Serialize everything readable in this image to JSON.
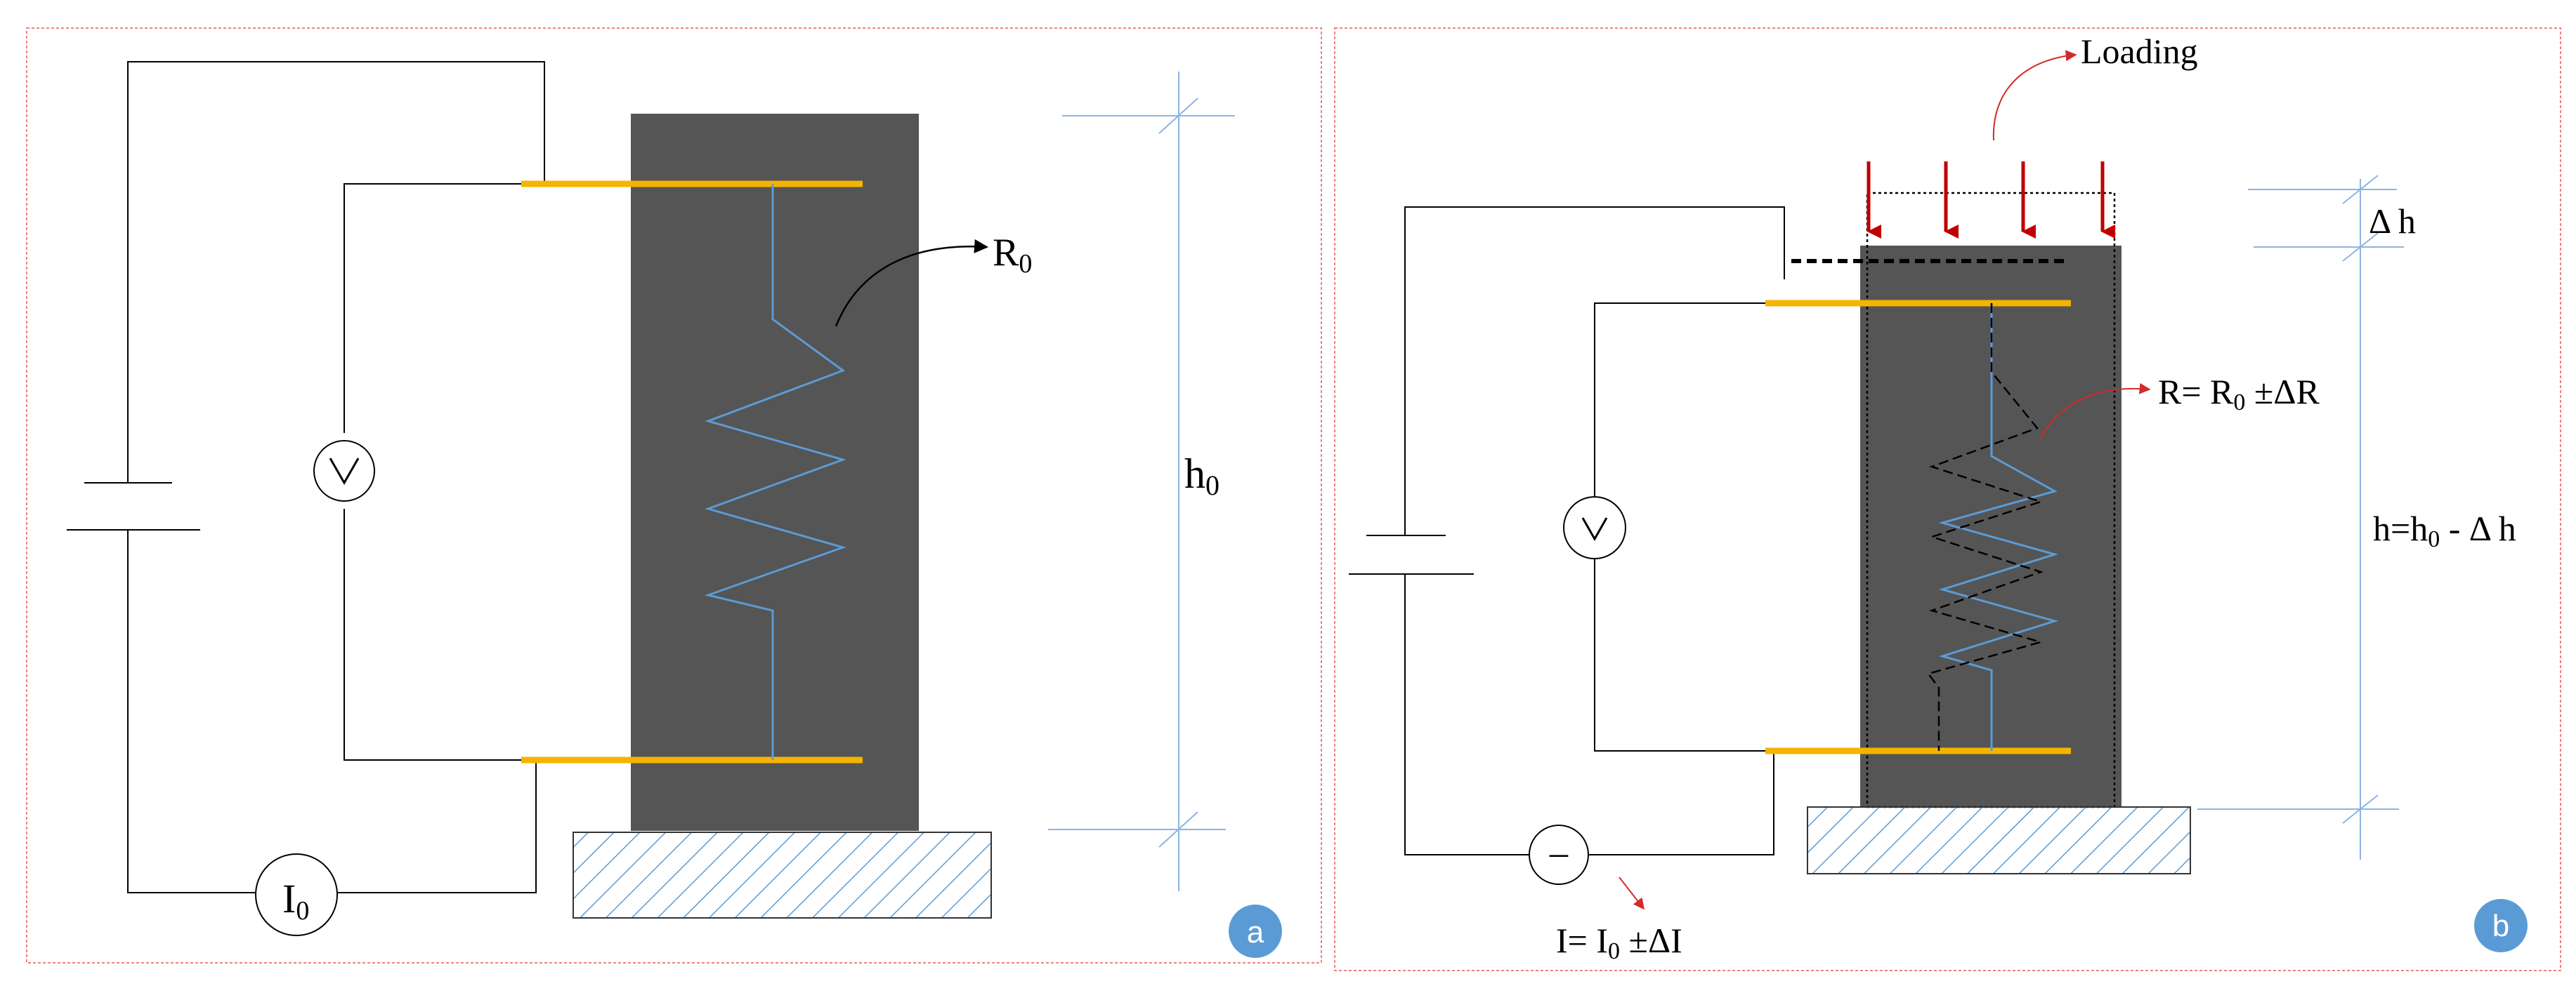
{
  "panels": {
    "a": {
      "badge": "a",
      "resistance_label": "R",
      "resistance_sub": "0",
      "height_label": "h",
      "height_sub": "0",
      "voltmeter_symbol": "V",
      "ammeter_symbol": "I",
      "ammeter_sub": "0"
    },
    "b": {
      "badge": "b",
      "loading_label": "Loading",
      "delta_h_label": "Δ h",
      "resistance_eq": {
        "p1": "R= R",
        "sub": "0",
        "p2": " ±ΔR"
      },
      "height_eq": {
        "p1": "h=h",
        "sub": "0",
        "p2": " - Δ h"
      },
      "current_eq": {
        "p1": "I= I",
        "sub": "0",
        "p2": " ±ΔI"
      },
      "voltmeter_symbol": "V",
      "ammeter_symbol": "–"
    }
  },
  "colors": {
    "frame": "#f08080",
    "sample": "#555555",
    "electrode": "#f5b400",
    "resistor": "#5b9bd5",
    "dimension": "#8db4e2",
    "hatch": "#5b9bd5",
    "load_arrow": "#c00000",
    "badge": "#5b9bd5",
    "wire": "#000000"
  }
}
